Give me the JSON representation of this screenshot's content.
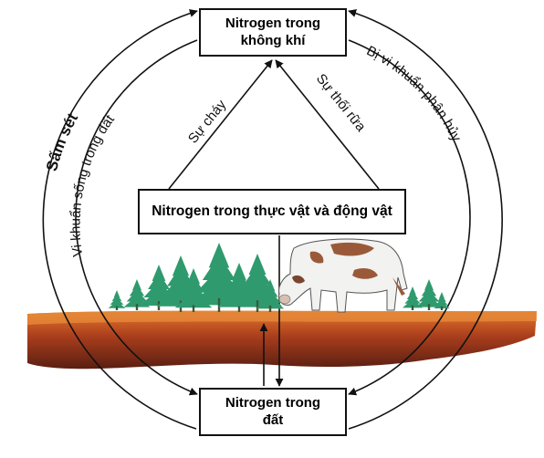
{
  "boxes": {
    "air": {
      "line1": "Nitrogen trong",
      "line2": "không khí"
    },
    "plants": {
      "text": "Nitrogen trong thực vật và động vật"
    },
    "soil": {
      "line1": "Nitrogen trong",
      "line2": "đất"
    }
  },
  "labels": {
    "lightning": "Sấm sét",
    "soil_bacteria": "Vi khuẩn sống trong đất",
    "decomposer_bacteria": "Bị vi khuẩn phân hủy",
    "burning": "Sự cháy",
    "decay": "Sự thối rữa"
  },
  "colors": {
    "soil_top": "#e07a2e",
    "soil_mid": "#a83d1c",
    "soil_bottom": "#5a1f12",
    "tree": "#2f9a6e",
    "cow_spots": "#9a5a3a",
    "arrow": "#111111"
  },
  "icons": [
    "pine-tree-icon",
    "cow-icon"
  ]
}
